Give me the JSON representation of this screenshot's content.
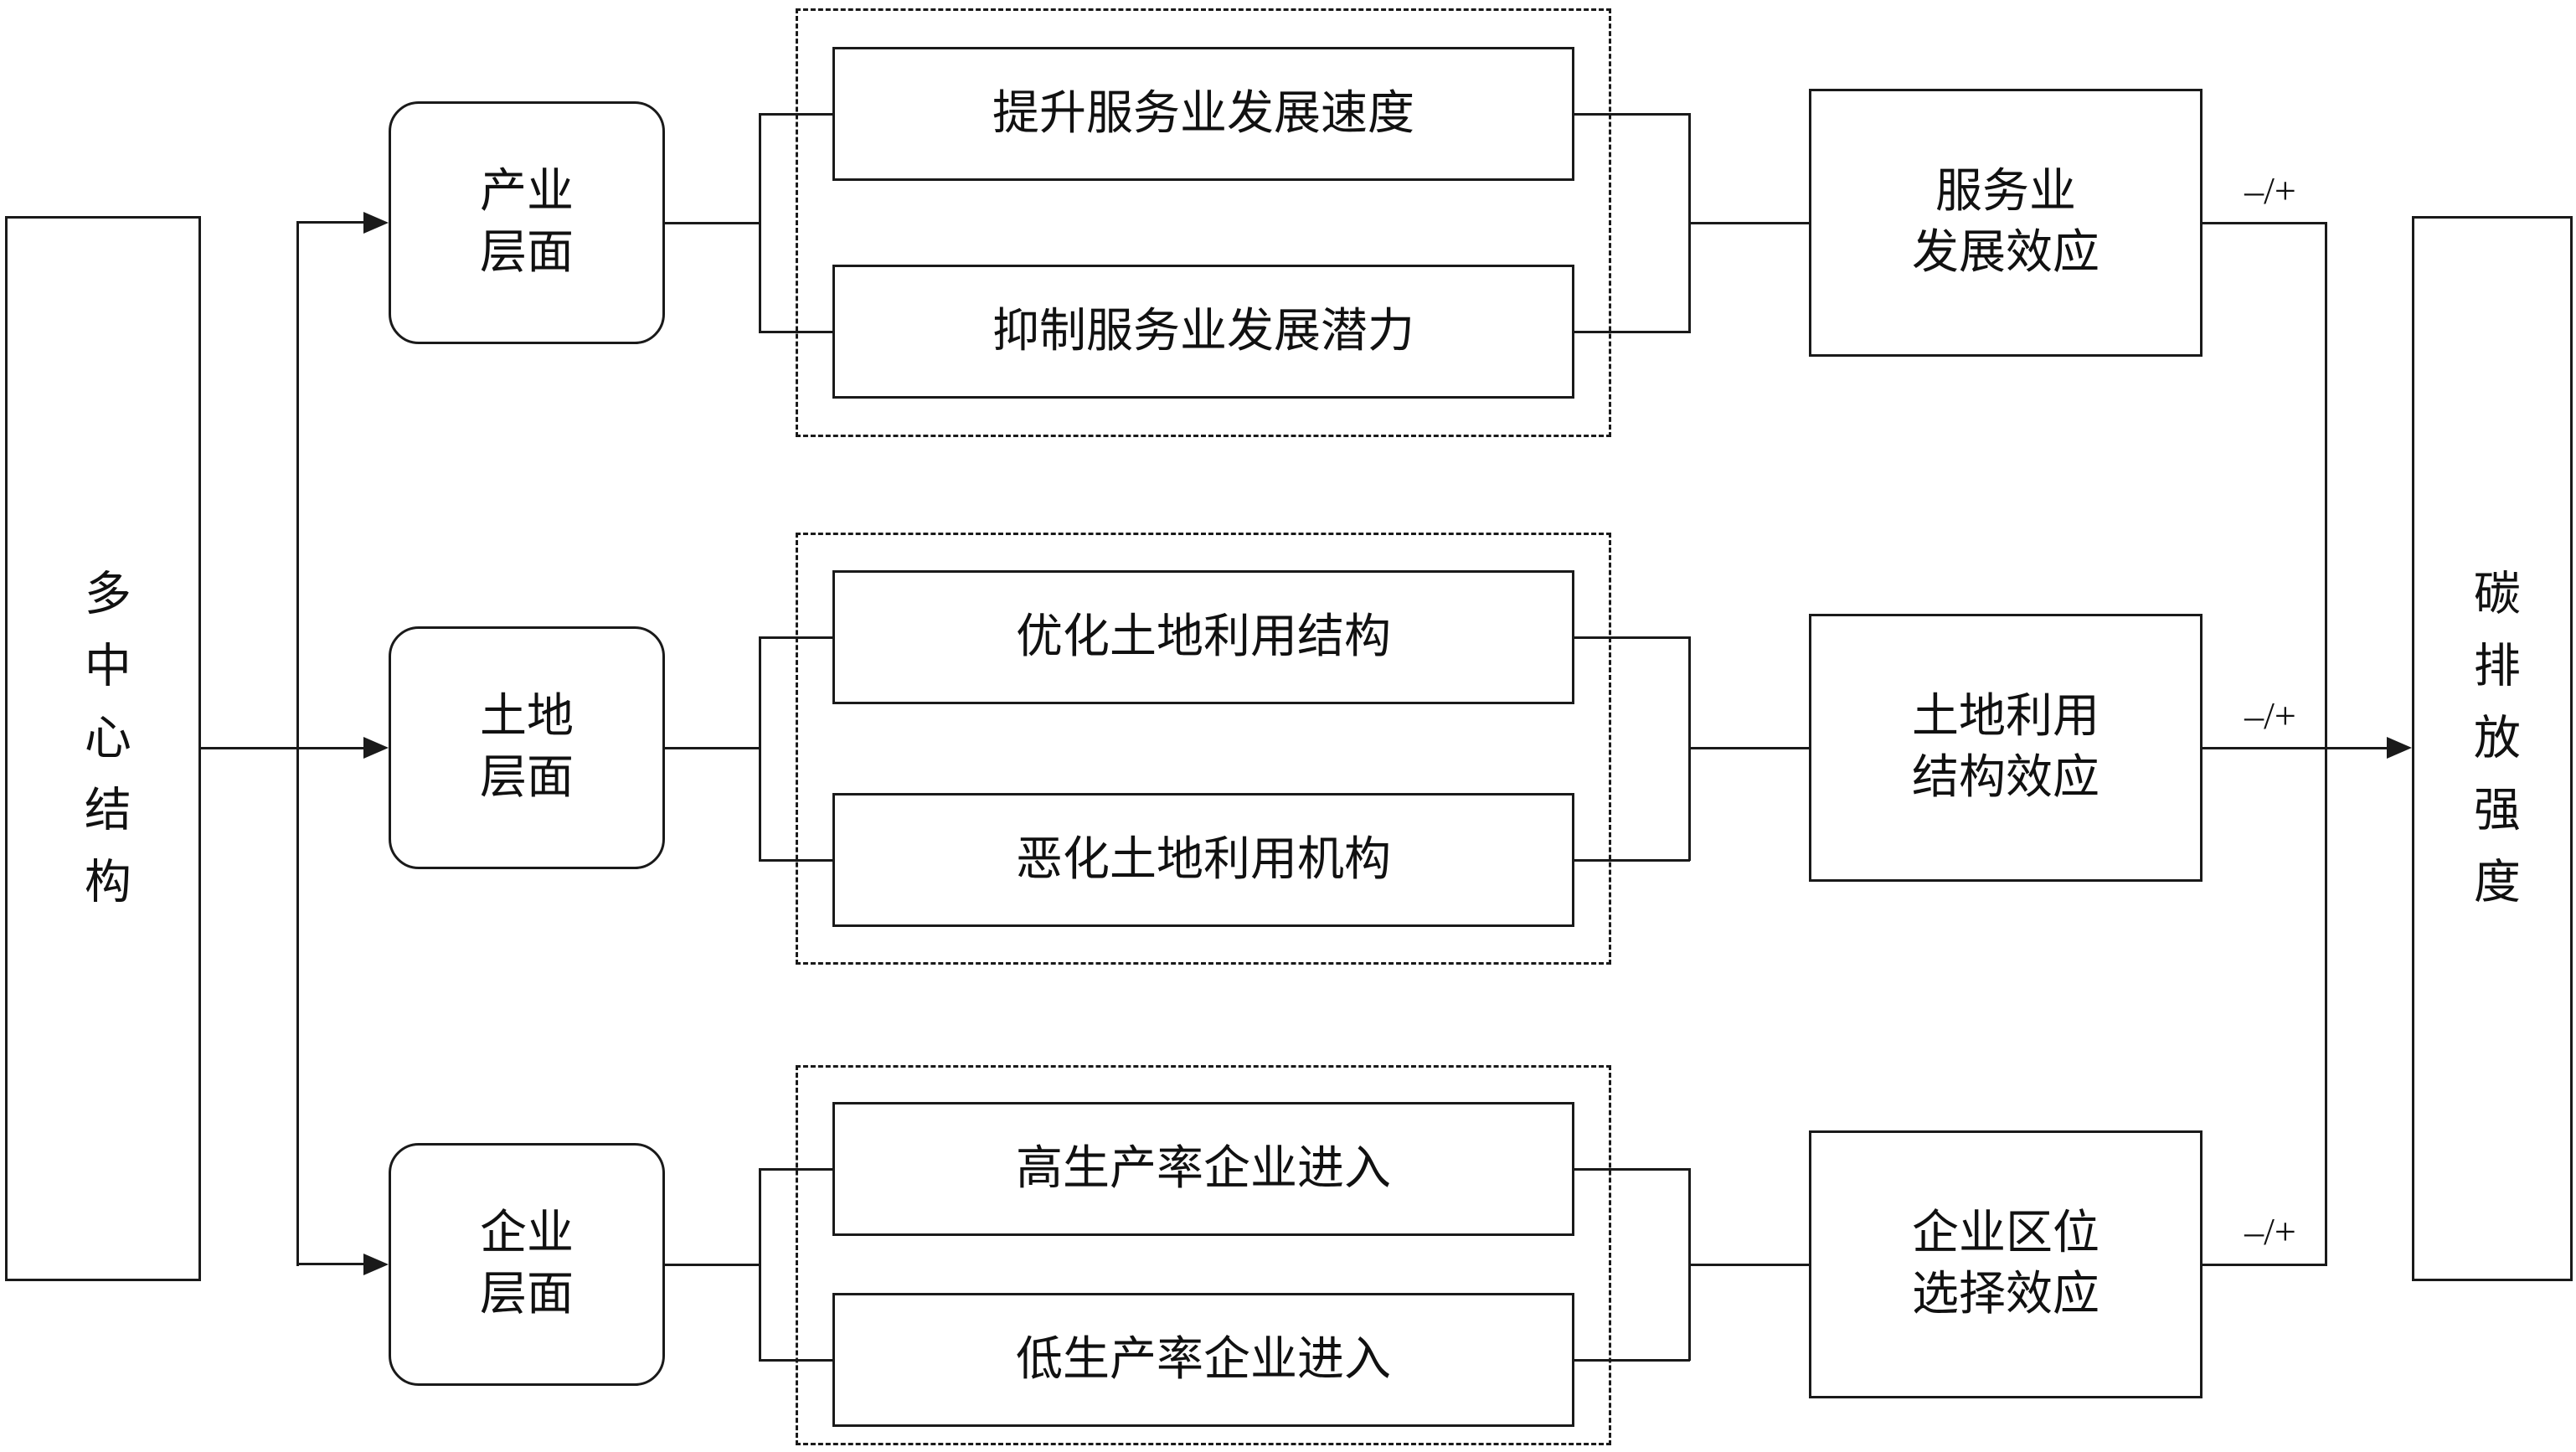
{
  "source": "多中心结构",
  "sink": "碳排放强度",
  "levels": [
    {
      "category": "产业\n层面",
      "mech1": "提升服务业发展速度",
      "mech2": "抑制服务业发展潜力",
      "effect": "服务业\n发展效应",
      "sign": "–/+"
    },
    {
      "category": "土地\n层面",
      "mech1": "优化土地利用结构",
      "mech2": "恶化土地利用机构",
      "effect": "土地利用\n结构效应",
      "sign": "–/+"
    },
    {
      "category": "企业\n层面",
      "mech1": "高生产率企业进入",
      "mech2": "低生产率企业进入",
      "effect": "企业区位\n选择效应",
      "sign": "–/+"
    }
  ]
}
